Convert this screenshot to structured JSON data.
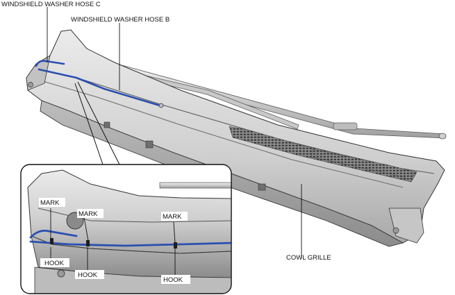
{
  "labels": {
    "hose_c": "WINDSHIELD WASHER HOSE C",
    "hose_b": "WINDSHIELD WASHER HOSE B",
    "cowl_grille": "COWL GRILLE",
    "mark_1": "MARK",
    "mark_2": "MARK",
    "mark_3": "MARK",
    "hook_1": "HOOK",
    "hook_2": "HOOK",
    "hook_3": "HOOK"
  },
  "colors": {
    "hose": "#2a4fb0",
    "part_fill": "#d9d9d9",
    "part_dark": "#9a9a9a",
    "outline": "#333333"
  }
}
